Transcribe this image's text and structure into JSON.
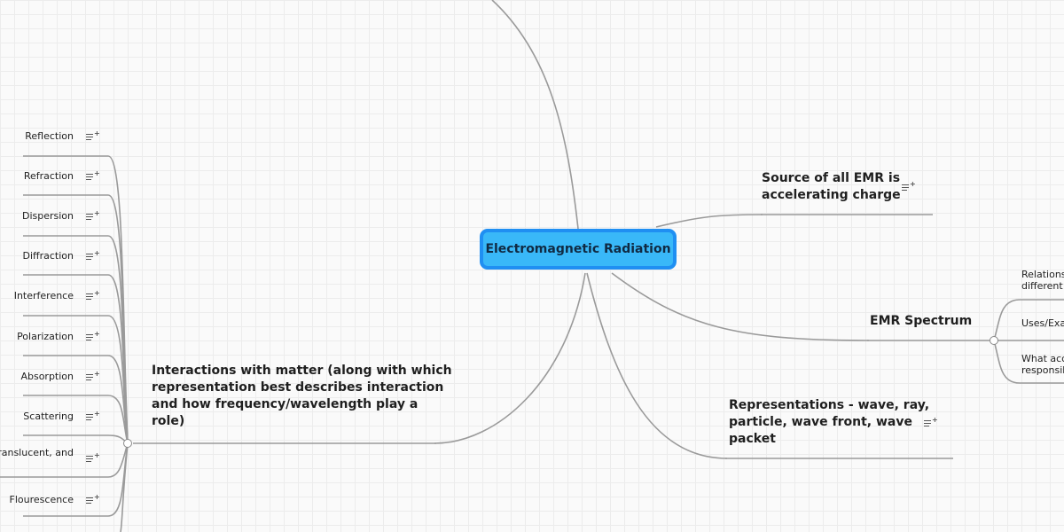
{
  "root": {
    "label": "Electromagnetic Radiation"
  },
  "right_topics": {
    "source": {
      "label_line1": "Source of all EMR is",
      "label_line2": "accelerating charge"
    },
    "spectrum": {
      "label": "EMR Spectrum",
      "children": {
        "relationship": {
          "line1": "Relationsh",
          "line2": "different \""
        },
        "uses": {
          "line1": "Uses/Exar"
        },
        "what": {
          "line1": "What acce",
          "line2": "responsibl"
        }
      }
    },
    "representations": {
      "line1": "Representations - wave, ray,",
      "line2": "particle, wave front, wave",
      "line3": "packet"
    }
  },
  "left_topic": {
    "line1": "Interactions with matter (along with which",
    "line2": "representation best describes interaction",
    "line3": "and how frequency/wavelength play a",
    "line4": "role)",
    "children": [
      "Reflection",
      "Refraction",
      "Dispersion",
      "Diffraction",
      "Interference",
      "Polarization",
      "Absorption",
      "Scattering",
      ", translucent, and",
      "Flourescence"
    ]
  },
  "icons": {
    "note": "note-icon",
    "collapse": "collapse-toggle-icon"
  },
  "colors": {
    "root_fill": "#39b8f8",
    "root_border": "#1f8ff2",
    "line": "#9a9a9a"
  }
}
